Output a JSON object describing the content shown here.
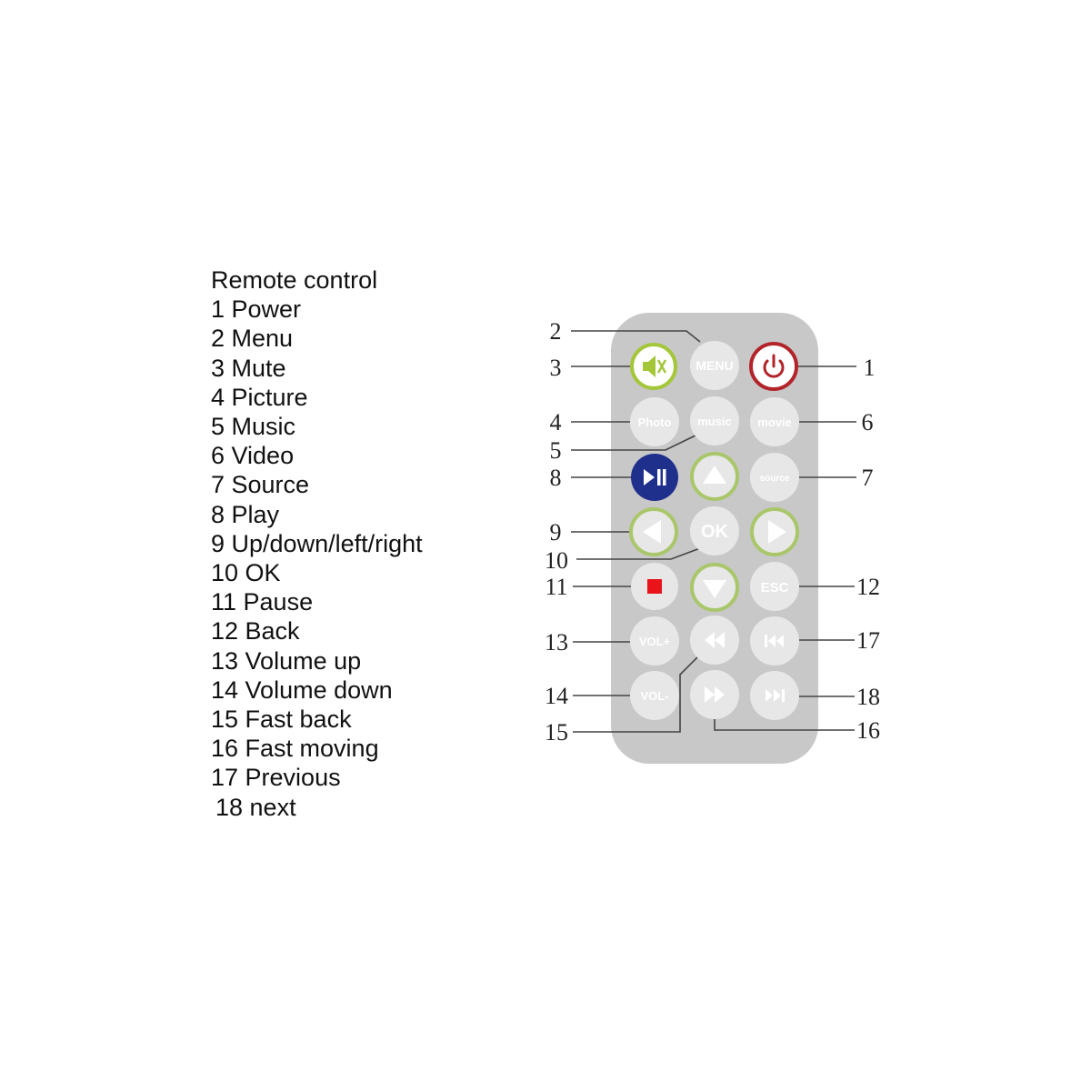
{
  "legend": {
    "title": "Remote control",
    "items": [
      "1 Power",
      "2 Menu",
      "3 Mute",
      "4 Picture",
      "5 Music",
      "6 Video",
      "7 Source",
      "8 Play",
      "9 Up/down/left/right",
      "10 OK",
      "11 Pause",
      "12 Back",
      "13 Volume up",
      "14 Volume down",
      "15 Fast back",
      "16 Fast moving",
      "17 Previous",
      "18 next"
    ]
  },
  "remote": {
    "body_color": "#c8c8c8",
    "buttons": {
      "menu": "MENU",
      "photo": "Photo",
      "music": "music",
      "movie": "movie",
      "source": "source",
      "ok": "OK",
      "esc": "ESC",
      "vol_up": "VOL+",
      "vol_down": "VOL-"
    },
    "colors": {
      "power_ring": "#b2242a",
      "mute_ring": "#a4c639",
      "play_fill": "#1f2f8c",
      "stop_square": "#e8141a",
      "nav_ring": "#a9c76a",
      "button_fill": "#e7e7e7"
    }
  },
  "callouts": [
    "1",
    "2",
    "3",
    "4",
    "5",
    "6",
    "7",
    "8",
    "9",
    "10",
    "11",
    "12",
    "13",
    "14",
    "15",
    "16",
    "17",
    "18"
  ]
}
